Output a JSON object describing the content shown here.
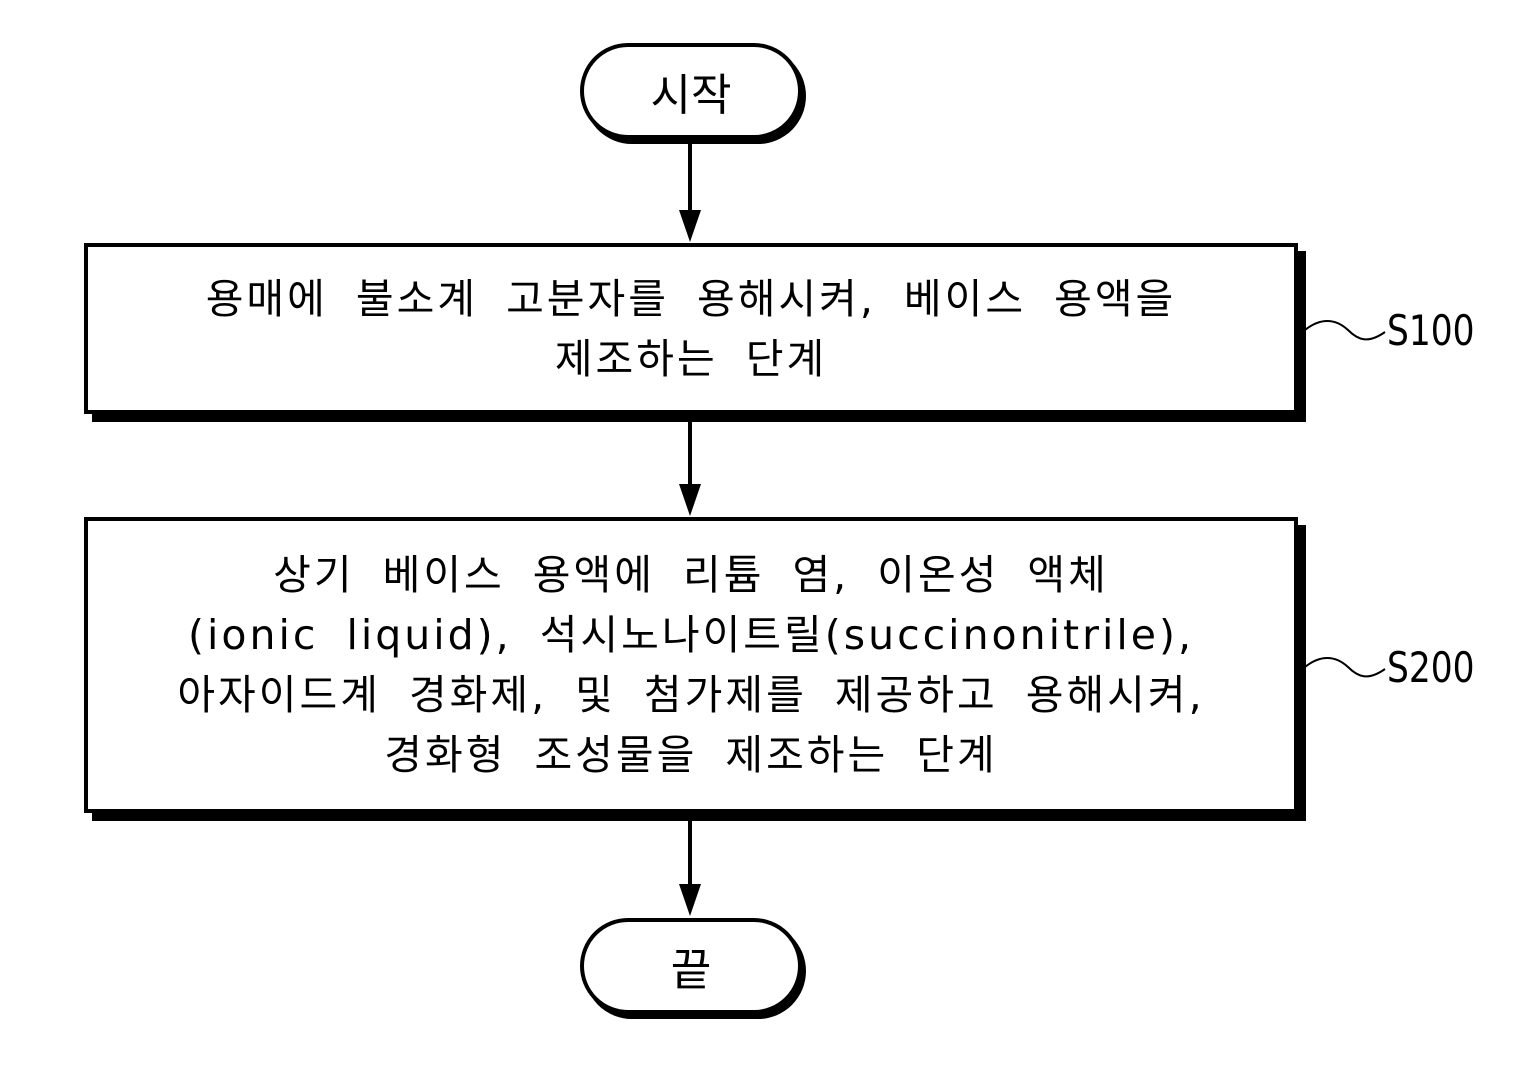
{
  "flowchart": {
    "start": {
      "label": "시작"
    },
    "steps": [
      {
        "id": "S100",
        "lines": [
          "용매에 불소계 고분자를 용해시켜, 베이스 용액을",
          "제조하는 단계"
        ]
      },
      {
        "id": "S200",
        "lines": [
          "상기 베이스 용액에 리튬 염, 이온성 액체",
          "(ionic liquid), 석시노나이트릴(succinonitrile),",
          "아자이드계 경화제, 및 첨가제를  제공하고 용해시켜,",
          "경화형 조성물을 제조하는 단계"
        ]
      }
    ],
    "end": {
      "label": "끝"
    }
  },
  "colors": {
    "line": "#000000",
    "background": "#ffffff"
  }
}
